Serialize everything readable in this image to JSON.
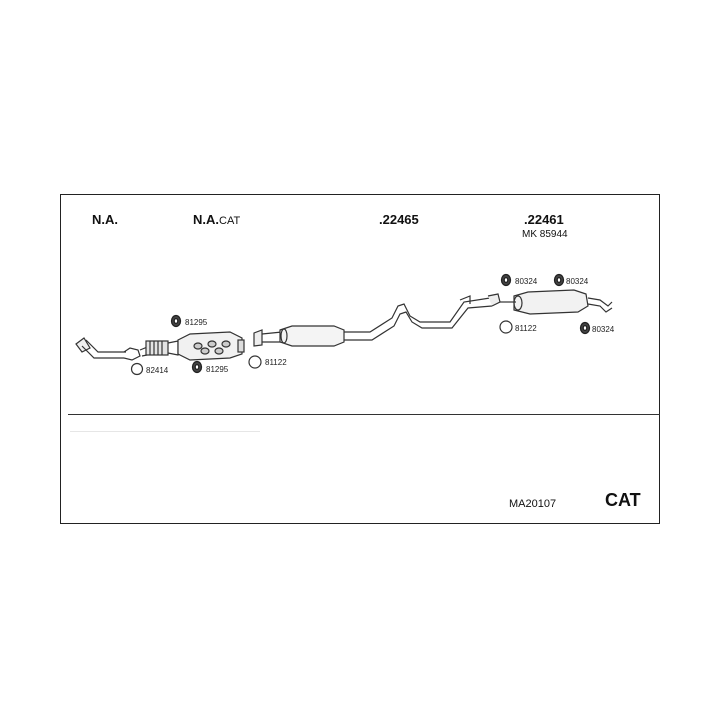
{
  "headers": {
    "na": "N.A.",
    "na_cat_main": "N.A.",
    "na_cat_sub": "CAT",
    "part_middle": ".22465",
    "part_rear": ".22461",
    "mk": "MK  85944"
  },
  "part_numbers": {
    "p82414": "82414",
    "p81295_top": "81295",
    "p81295_bottom": "81295",
    "p81122_mid": "81122",
    "p81122_rear": "81122",
    "p80324_a": "80324",
    "p80324_b": "80324",
    "p80324_c": "80324"
  },
  "footer": {
    "code": "MA20107",
    "type": "CAT"
  }
}
